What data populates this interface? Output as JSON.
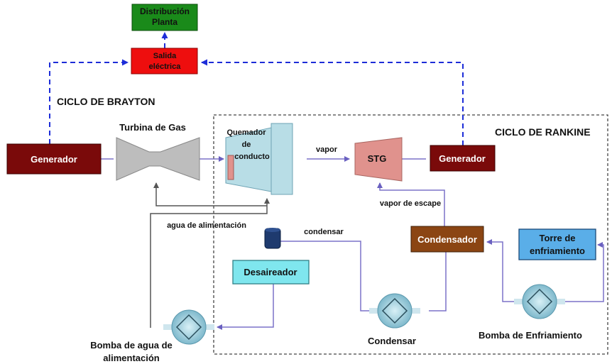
{
  "sections": {
    "brayton": "CICLO DE BRAYTON",
    "rankine": "CICLO DE RANKINE"
  },
  "nodes": {
    "distribucion": [
      "Distribución",
      "Planta"
    ],
    "salida": [
      "Salida",
      "eléctrica"
    ],
    "generador_left": "Generador",
    "turbina_gas": "Turbina de Gas",
    "quemador": [
      "Quemador",
      "de",
      "conducto"
    ],
    "stg": "STG",
    "generador_right": "Generador",
    "condensador": "Condensador",
    "torre": [
      "Torre de",
      "enfriamiento"
    ],
    "desaireador": "Desaireador",
    "bomba_agua": [
      "Bomba de agua de",
      "alimentación"
    ],
    "condensar_pump": "Condensar",
    "bomba_enfriamiento": "Bomba de Enfriamiento"
  },
  "flows": {
    "vapor": "vapor",
    "vapor_escape": "vapor de escape",
    "agua_alimentacion": "agua de alimentación",
    "condensar": "condensar"
  },
  "colors": {
    "distribucion": "#1a8a1a",
    "salida": "#ee0e0e",
    "generador": "#7a0a0a",
    "turbina": "#bdbdbd",
    "quemador": "#b8dde6",
    "stg": "#e0928d",
    "condensador": "#8b4513",
    "torre": "#5aaee8",
    "desaireador": "#7fe6ee",
    "pump": "#8fc6d6",
    "tank": "#1e3a6e",
    "flow": "#7b72c9",
    "electric": "#1d2dd8",
    "feed": "#555555"
  }
}
